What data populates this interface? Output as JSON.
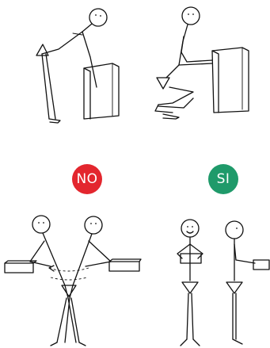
{
  "badges": {
    "no": {
      "label": "NO",
      "color": "#e3262e"
    },
    "si": {
      "label": "SI",
      "color": "#1f9a6a"
    }
  },
  "panels": [
    {
      "name": "top-left",
      "description_icon": "bending-over-stick-figure-icon"
    },
    {
      "name": "top-right",
      "description_icon": "squatting-stick-figure-icon"
    },
    {
      "name": "bottom-left",
      "description_icon": "twisting-figures-icon"
    },
    {
      "name": "bottom-right",
      "description_icon": "upright-figures-icon"
    }
  ]
}
